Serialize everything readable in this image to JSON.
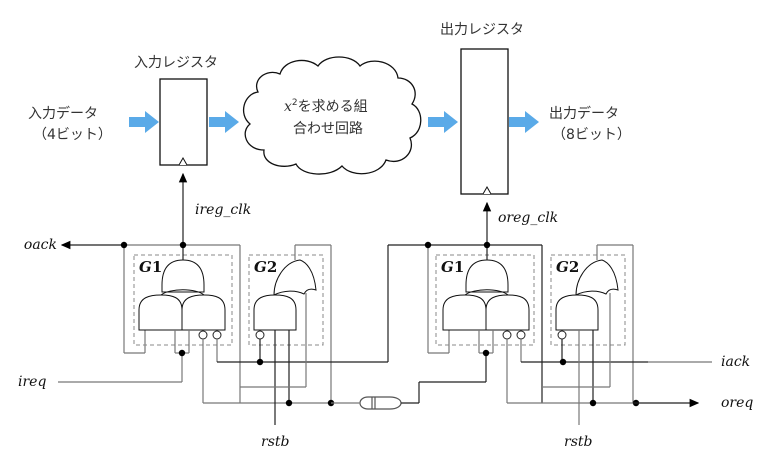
{
  "colors": {
    "data_arrow": "#5aaae8",
    "wire": "#222222"
  },
  "top": {
    "input_data": {
      "line1": "入力データ",
      "line2": "（4ビット）"
    },
    "input_register": {
      "label": "入力レジスタ"
    },
    "combinational": {
      "var": "x",
      "sup": "2",
      "line1_rest": "を求める組",
      "line2": "合わせ回路"
    },
    "output_register": {
      "label": "出力レジスタ"
    },
    "output_data": {
      "line1": "出力データ",
      "line2": "（8ビット）"
    }
  },
  "signals": {
    "ireg_clk": "ireg_clk",
    "oreg_clk": "oreg_clk",
    "oack": "oack",
    "ireq": "ireq",
    "iack": "iack",
    "oreq": "oreq",
    "rstb_left": "rstb",
    "rstb_right": "rstb"
  },
  "gates": {
    "left_g1": {
      "name": "G",
      "num": "1"
    },
    "left_g2": {
      "name": "G",
      "num": "2"
    },
    "right_g1": {
      "name": "G",
      "num": "1"
    },
    "right_g2": {
      "name": "G",
      "num": "2"
    }
  },
  "delay_element": "delay-icon"
}
